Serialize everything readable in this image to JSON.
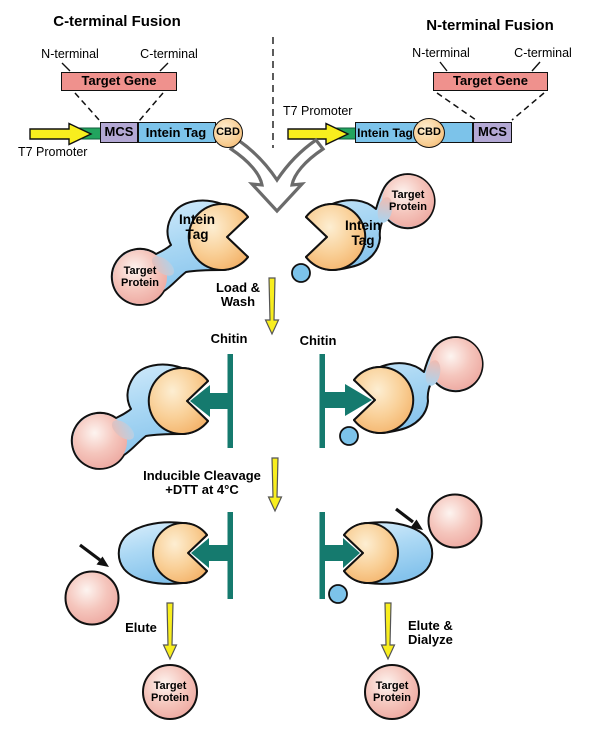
{
  "palette": {
    "pink_box": "#ef918d",
    "pink_protein": "#eca49c",
    "blue_blob": "#7cc3ea",
    "orange_intein": "#f4b269",
    "lavender_mcs": "#b3a8d4",
    "green_segment": "#22a45e",
    "teal_chitin": "#157a6e",
    "yellow_arrow": "#f8ee1e",
    "gray_funnel": "#6b6b6b"
  },
  "left_panel": {
    "title": "C-terminal Fusion",
    "n_terminal": "N-terminal",
    "c_terminal": "C-terminal",
    "target_gene": "Target Gene",
    "mcs": "MCS",
    "intein_tag": "Intein Tag",
    "cbd": "CBD",
    "promoter": "T7 Promoter"
  },
  "right_panel": {
    "title": "N-terminal Fusion",
    "n_terminal": "N-terminal",
    "c_terminal": "C-terminal",
    "target_gene": "Target Gene",
    "mcs": "MCS",
    "intein_tag": "Intein Tag",
    "cbd": "CBD",
    "promoter": "T7 Promoter"
  },
  "expressed": {
    "left": {
      "intein_line1": "Intein",
      "intein_line2": "Tag",
      "target_line1": "Target",
      "target_line2": "Protein"
    },
    "right": {
      "intein_line1": "Intein",
      "intein_line2": "Tag",
      "target_line1": "Target",
      "target_line2": "Protein"
    }
  },
  "steps": {
    "load_wash": {
      "line1": "Load &",
      "line2": "Wash"
    },
    "chitin_left": "Chitin",
    "chitin_right": "Chitin",
    "cleavage": {
      "line1": "Inducible Cleavage",
      "line2": "+DTT at 4°C"
    },
    "elute_left": "Elute",
    "elute_right": {
      "line1": "Elute &",
      "line2": "Dialyze"
    }
  },
  "products": {
    "left": {
      "line1": "Target",
      "line2": "Protein"
    },
    "right": {
      "line1": "Target",
      "line2": "Protein"
    }
  }
}
